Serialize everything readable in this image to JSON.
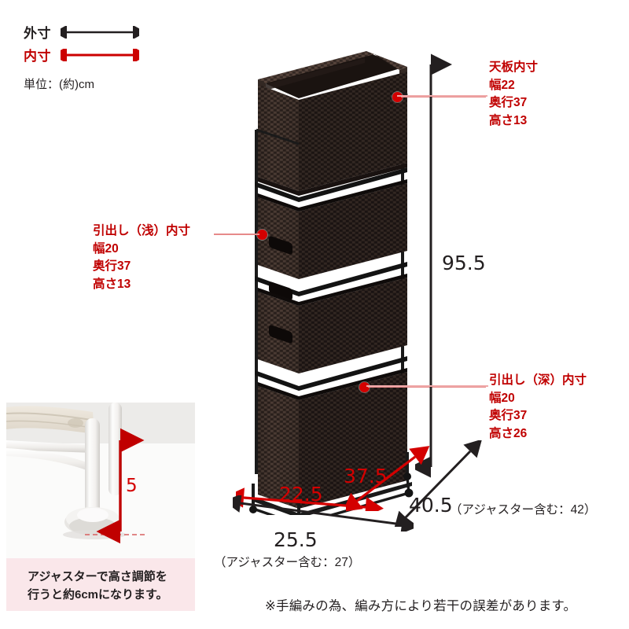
{
  "legend": {
    "outer_label": "外寸",
    "inner_label": "内寸",
    "unit_label": "単位：(約)cm"
  },
  "annotations": {
    "top_plate": {
      "title": "天板内寸",
      "width": "幅22",
      "depth": "奥行37",
      "height": "高さ13"
    },
    "shallow_drawer": {
      "title": "引出し（浅）内寸",
      "width": "幅20",
      "depth": "奥行37",
      "height": "高さ13"
    },
    "deep_drawer": {
      "title": "引出し（深）内寸",
      "width": "幅20",
      "depth": "奥行37",
      "height": "高さ26"
    }
  },
  "dimensions": {
    "total_height": "95.5",
    "inner_width": "22.5",
    "inner_depth": "37.5",
    "outer_width": "25.5",
    "outer_width_note": "（アジャスター含む：27）",
    "outer_depth": "40.5",
    "outer_depth_note": "（アジャスター含む：42）",
    "adjuster_gap": "5"
  },
  "inset": {
    "caption_line1": "アジャスターで高さ調節を",
    "caption_line2": "行うと約6cmになります。"
  },
  "footnote": "※手編みの為、編み方により若干の誤差があります。",
  "colors": {
    "red": "#c00000",
    "arrow_red": "#d40000",
    "leader_pink": "#e78a8a",
    "black": "#231f20",
    "caption_bg": "#fae7ea",
    "rattan_dark": "#2e2420",
    "rattan_mid": "#4a3a33"
  }
}
